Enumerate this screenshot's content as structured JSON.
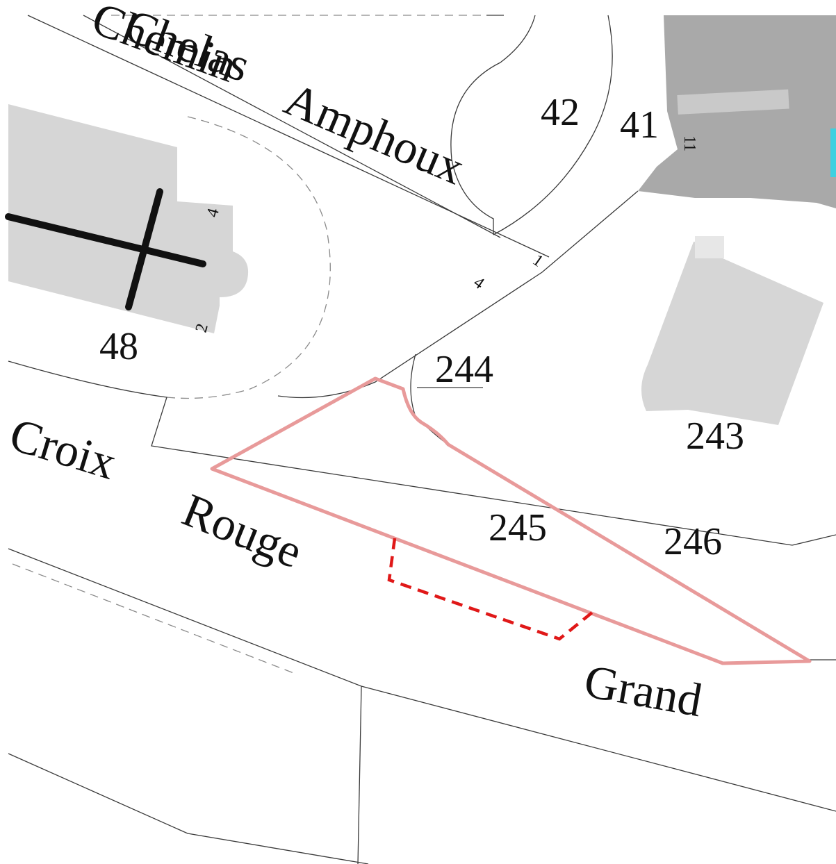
{
  "streets": {
    "chemin_overlap": "Chemin",
    "chemin_overlap_2": "Chelas",
    "amphoux": "Amphoux",
    "croix": "Croix",
    "rouge": "Rouge",
    "grand": "Grand"
  },
  "parcels": {
    "p42": "42",
    "p41": "41",
    "p48": "48",
    "p244": "244",
    "p243": "243",
    "p245": "245",
    "p246": "246"
  },
  "house_numbers": {
    "n11": "11",
    "n4_church": "4",
    "n2_church": "2",
    "n4_road": "4",
    "n1_road": "1"
  },
  "colors": {
    "building_light": "#d6d6d6",
    "building_dark": "#a9a9a9",
    "highlight_outline": "#e89a9a",
    "dashed_outline": "#e01818",
    "cyan_edge": "#3fd0e0",
    "line": "#3a3a3a"
  },
  "symbols": {
    "church_cross": "cross-icon"
  }
}
